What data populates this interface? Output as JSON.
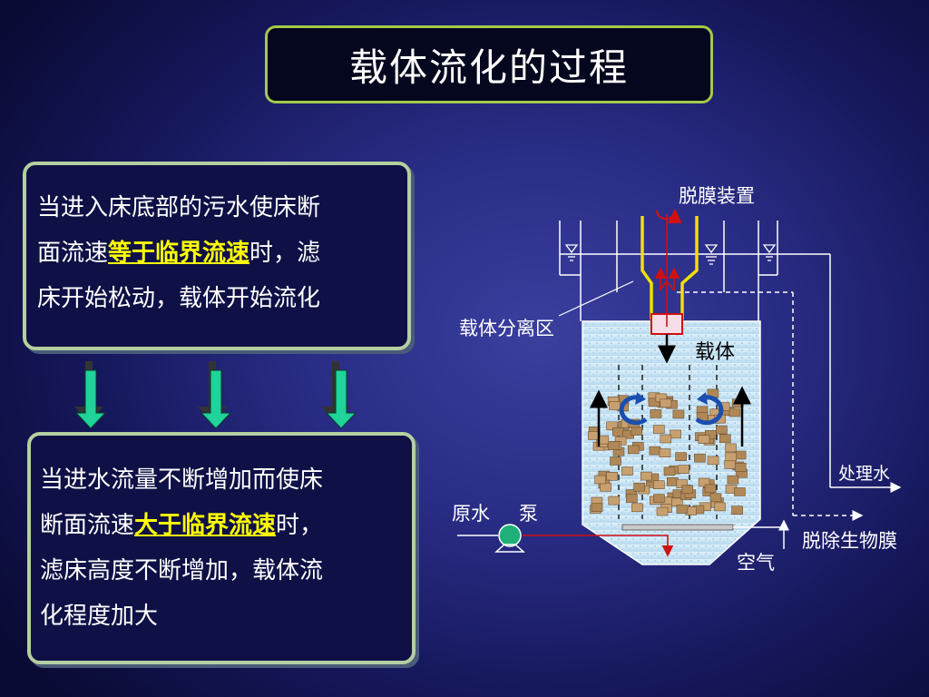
{
  "title": "载体流化的过程",
  "box_top": {
    "line1": "当进入床底部的污水使床断",
    "line2_pre": "面流速",
    "line2_hl": "等于临界流速",
    "line2_post": "时，滤",
    "line3": "床开始松动，载体开始流化"
  },
  "box_bottom": {
    "line1": "当进水流量不断增加而使床",
    "line2_pre": "断面流速",
    "line2_hl": "大于临界流速",
    "line2_post": "时，",
    "line3": "滤床高度不断增加，载体流",
    "line4": "化程度加大"
  },
  "diagram": {
    "label_membrane_device": "脱膜装置",
    "label_separation_zone": "载体分离区",
    "label_carrier": "载体",
    "label_treated_water": "处理水",
    "label_raw_water": "原水",
    "label_pump": "泵",
    "label_remove_biofilm": "脱除生物膜",
    "label_air": "空气"
  },
  "colors": {
    "title_border": "#a5c94a",
    "box_border": "#b5cfa0",
    "highlight": "#ffff00",
    "arrow_green": "#1fd39a",
    "tube_yellow": "#f0e000",
    "flow_red": "#d01010",
    "swirl_blue": "#1a4fb0",
    "carrier_tan": "#c8a070"
  }
}
